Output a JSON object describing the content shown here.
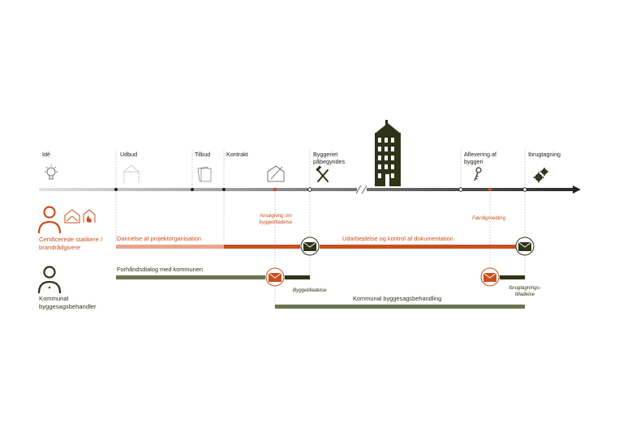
{
  "stages": {
    "ide": "Idé",
    "udbud": "Udbud",
    "tilbud": "Tilbud",
    "kontrakt": "Kontrakt",
    "byggeriet": "Byggeriet påbegyndes",
    "aflevering": "Aflevering af byggeri",
    "ibrugtagning": "Ibrugtagning"
  },
  "actors": {
    "certified": "Certificerede statikere / brandrådgivere",
    "municipal": "Kommunal byggesagsbehandler"
  },
  "bars": {
    "dannelse": "Dannelse af projektorganisation",
    "udarbejdelse": "Udarbejdelse og kontrol af dokumentation",
    "forhaandsdialog": "Forhåndsdialog med kommunen",
    "kommunal": "Kommunal byggesagsbehandling"
  },
  "events": {
    "ansoegning": "Ansøgning om byggetilladelse",
    "faerdigmelding": "Færdigmelding",
    "byggetilladelse": "Byggetilladelse",
    "ibrugtagningstilladelse": "Ibrugtagnings- tilladelse"
  },
  "colors": {
    "orange": "#c8501e",
    "orange_light": "#e8a58c",
    "olive": "#6b7450",
    "olive_dark": "#2f3318",
    "gray_light": "#d6d6d6",
    "gray_mid": "#9a9a9a",
    "gray_dark": "#4a4a4a"
  }
}
